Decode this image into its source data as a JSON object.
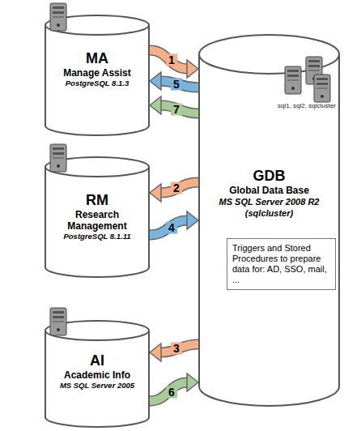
{
  "diagram": {
    "nodes": [
      {
        "text": [
          "MA",
          "Manage Assist",
          "PostgreSQL 8.1.3"
        ]
      },
      {
        "text": [
          "RM",
          "Research Management",
          "PostgreSQL 8.1.11"
        ]
      },
      {
        "text": [
          "AI",
          "Academic Info",
          "MS SQL Server 2005"
        ]
      },
      {
        "text": [
          "GDB",
          "Global Data Base",
          "MS SQL Server 2008 R2",
          "(sqlcluster)"
        ]
      },
      {
        "text": [
          "Triggers and Stored Procedures to prepare data for: AD, SSO, mail, ..."
        ],
        "in": 3
      }
    ],
    "edges": [
      {
        "from": 0,
        "to": 3,
        "label": "1",
        "arrow": "to"
      },
      {
        "from": 3,
        "to": 1,
        "label": "2",
        "arrow": "to"
      },
      {
        "from": 3,
        "to": 2,
        "label": "3",
        "arrow": "to"
      },
      {
        "from": 1,
        "to": 3,
        "label": "4",
        "arrow": "to"
      },
      {
        "from": 3,
        "to": 0,
        "label": "5",
        "arrow": "to"
      },
      {
        "from": 2,
        "to": 3,
        "label": "6",
        "arrow": "to"
      },
      {
        "from": 3,
        "to": 0,
        "label": "7",
        "arrow": "to"
      }
    ],
    "labels": [
      "sql1, sql2, sqlcluster"
    ]
  }
}
